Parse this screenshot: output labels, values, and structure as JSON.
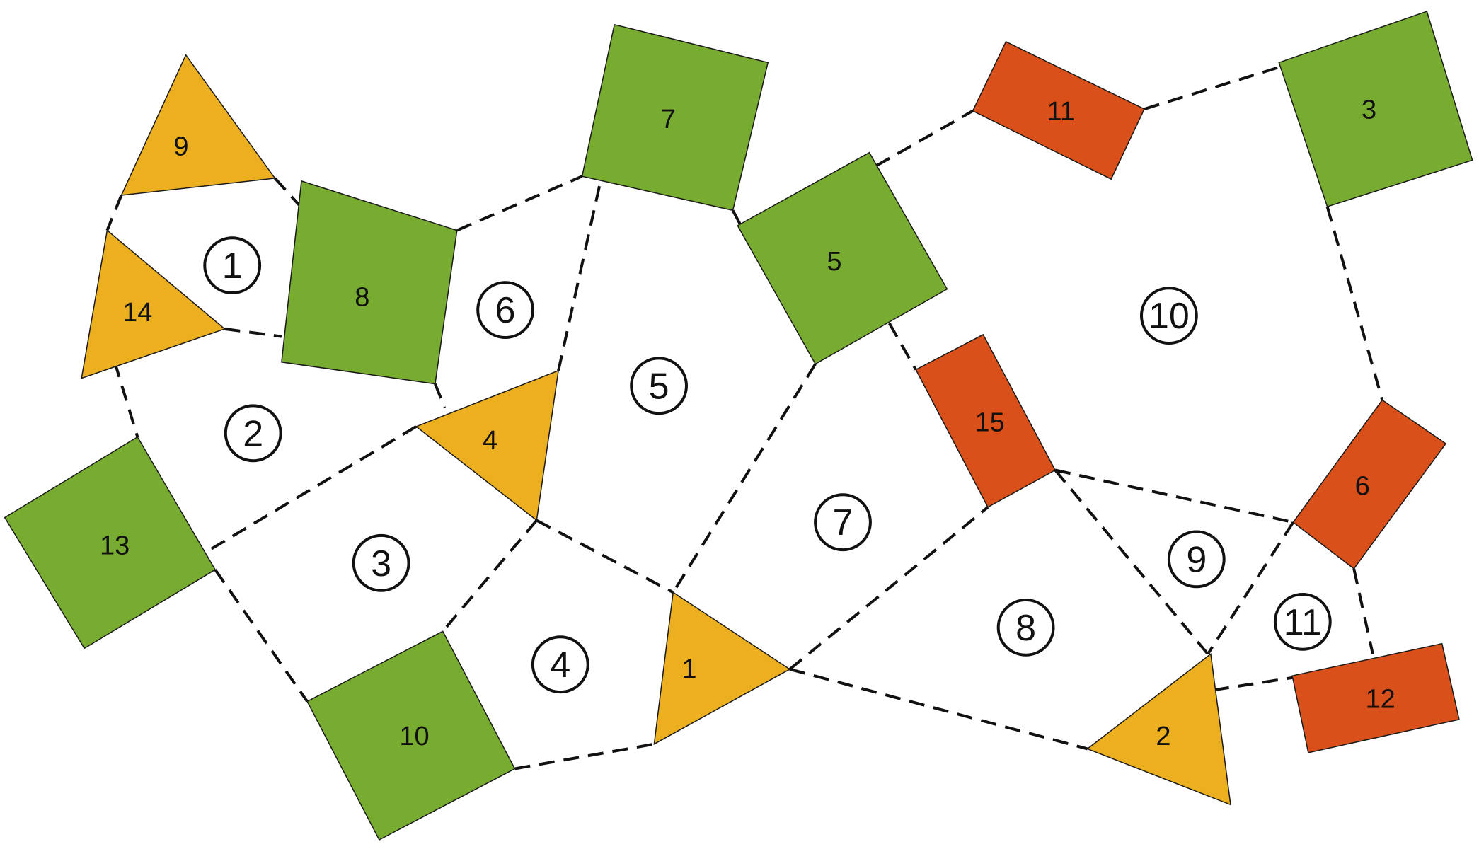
{
  "colors": {
    "green": "#78AC31",
    "yellow": "#EBAF20",
    "orange": "#D9501A"
  },
  "shapes": [
    {
      "id": "tri-9",
      "kind": "triangle",
      "color": "yellow",
      "label": "9"
    },
    {
      "id": "tri-14",
      "kind": "triangle",
      "color": "yellow",
      "label": "14"
    },
    {
      "id": "sq-8",
      "kind": "square",
      "color": "green",
      "label": "8"
    },
    {
      "id": "sq-7",
      "kind": "square",
      "color": "green",
      "label": "7"
    },
    {
      "id": "rect-11",
      "kind": "rectangle",
      "color": "orange",
      "label": "11"
    },
    {
      "id": "sq-3",
      "kind": "square",
      "color": "green",
      "label": "3"
    },
    {
      "id": "sq-5",
      "kind": "square",
      "color": "green",
      "label": "5"
    },
    {
      "id": "tri-4",
      "kind": "triangle",
      "color": "yellow",
      "label": "4"
    },
    {
      "id": "sq-13",
      "kind": "square",
      "color": "green",
      "label": "13"
    },
    {
      "id": "rect-15",
      "kind": "rectangle",
      "color": "orange",
      "label": "15"
    },
    {
      "id": "rect-6",
      "kind": "rectangle",
      "color": "orange",
      "label": "6"
    },
    {
      "id": "tri-1",
      "kind": "triangle",
      "color": "yellow",
      "label": "1"
    },
    {
      "id": "sq-10",
      "kind": "square",
      "color": "green",
      "label": "10"
    },
    {
      "id": "tri-2",
      "kind": "triangle",
      "color": "yellow",
      "label": "2"
    },
    {
      "id": "rect-12",
      "kind": "rectangle",
      "color": "orange",
      "label": "12"
    }
  ],
  "regions": [
    {
      "id": "region-1",
      "label": "1"
    },
    {
      "id": "region-2",
      "label": "2"
    },
    {
      "id": "region-3",
      "label": "3"
    },
    {
      "id": "region-4",
      "label": "4"
    },
    {
      "id": "region-5",
      "label": "5"
    },
    {
      "id": "region-6",
      "label": "6"
    },
    {
      "id": "region-7",
      "label": "7"
    },
    {
      "id": "region-8",
      "label": "8"
    },
    {
      "id": "region-9",
      "label": "9"
    },
    {
      "id": "region-10",
      "label": "10"
    },
    {
      "id": "region-11",
      "label": "11"
    }
  ]
}
